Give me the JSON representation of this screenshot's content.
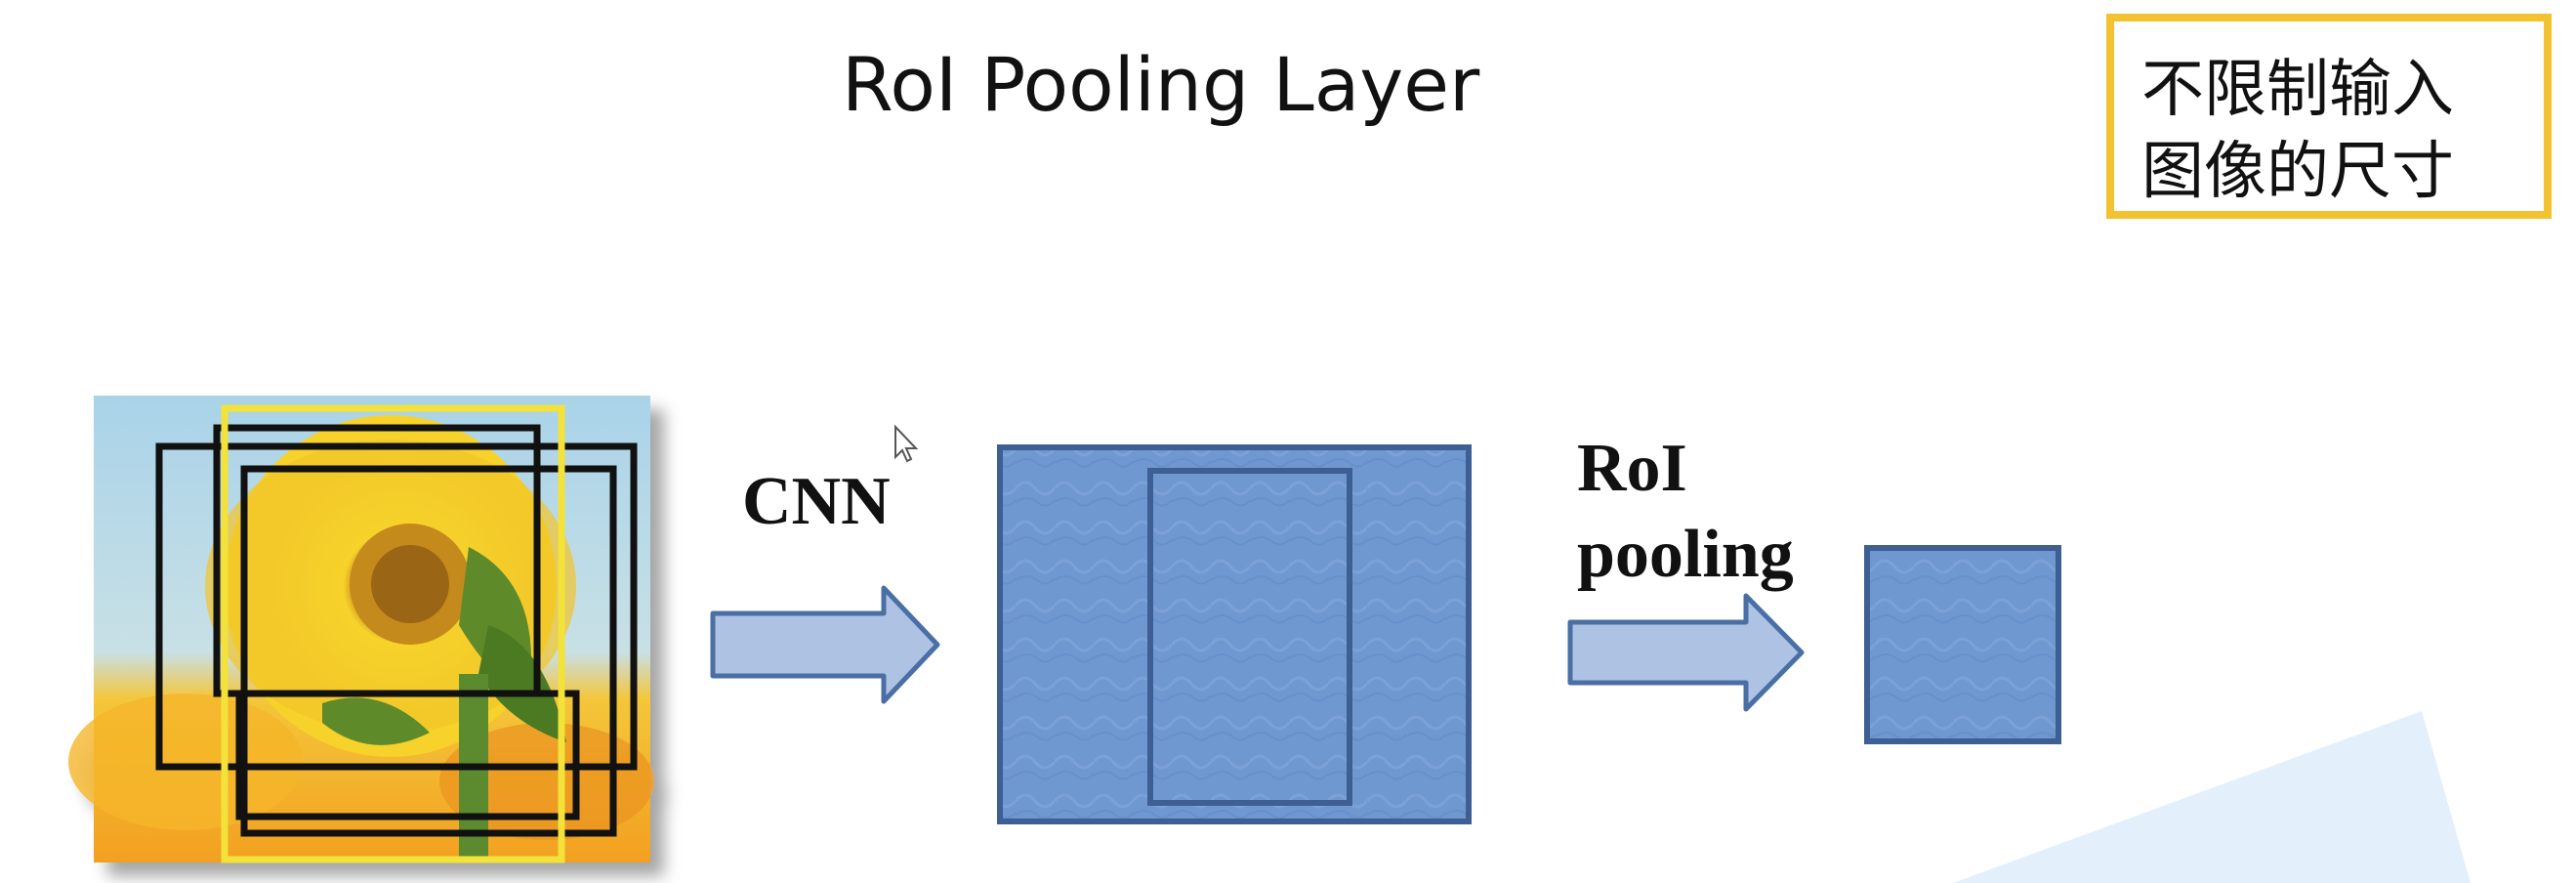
{
  "title": "RoI Pooling Layer",
  "note": {
    "line1": "不限制输入",
    "line2": "图像的尺寸",
    "border_color": "#f2c230"
  },
  "labels": {
    "cnn": "CNN",
    "roi_line1": "RoI",
    "roi_line2": "pooling"
  },
  "colors": {
    "feature_fill": "#6f97d0",
    "feature_border": "#3d5f93",
    "arrow_fill": "#aec3e3",
    "arrow_border": "#4a6fa5",
    "bbox_black": "#111111",
    "bbox_yellow": "#f3e23a",
    "background_accent": "#e3f0fb"
  },
  "icons": {
    "cursor": "mouse-pointer-icon",
    "input_image": "sunflower-photo"
  }
}
